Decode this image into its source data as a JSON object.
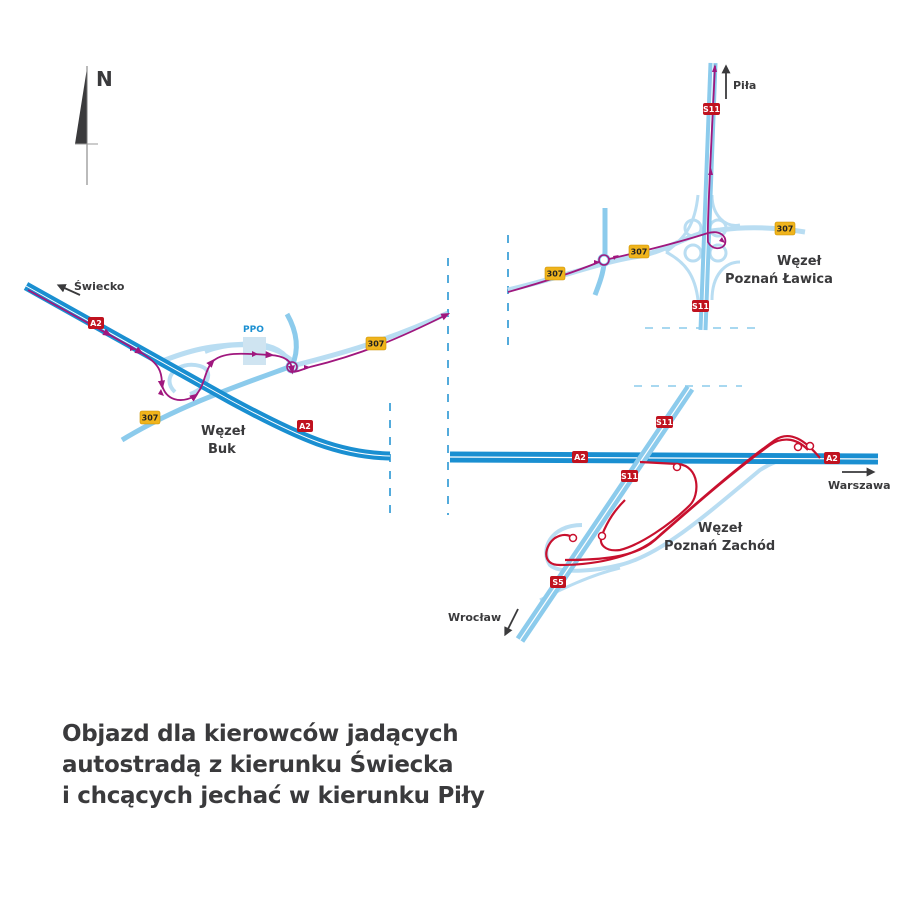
{
  "compass": {
    "label": "N"
  },
  "colors": {
    "motorway": "#1a8fd1",
    "road_light": "#8ccbec",
    "ramp_light": "#b9ddf2",
    "detour_purple": "#a0177e",
    "detour_red": "#c8102e",
    "shield_red": "#c0121f",
    "shield_yellow": "#f0b41c",
    "text": "#3a3a3c",
    "divider": "#1a8fd1"
  },
  "directions": {
    "swiecko": "Świecko",
    "pila": "Piła",
    "warszawa": "Warszawa",
    "wroclaw": "Wrocław"
  },
  "interchanges": {
    "buk": {
      "line1": "Węzeł",
      "line2": "Buk"
    },
    "lawica": {
      "line1": "Węzeł",
      "line2": "Poznań Ławica"
    },
    "zachod": {
      "line1": "Węzeł",
      "line2": "Poznań Zachód"
    }
  },
  "poi": {
    "ppo": "PPO"
  },
  "shields": {
    "a2_1": "A2",
    "a2_2": "A2",
    "a2_3": "A2",
    "a2_4": "A2",
    "s11_1": "S11",
    "s11_2": "S11",
    "s11_3": "S11",
    "s11_4": "S11",
    "s5": "S5",
    "r307_1": "307",
    "r307_2": "307",
    "r307_3": "307",
    "r307_4": "307",
    "r307_5": "307"
  },
  "caption": {
    "line1": "Objazd dla kierowców jadących",
    "line2": "autostradą z kierunku Świecka",
    "line3": "i chcących jechać w kierunku Piły"
  }
}
